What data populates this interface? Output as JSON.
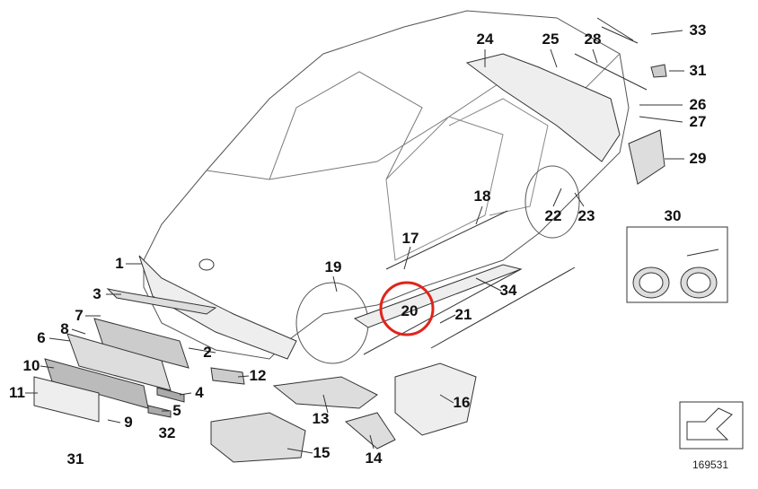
{
  "diagram": {
    "callouts": [
      "33",
      "24",
      "25",
      "28",
      "31",
      "26",
      "27",
      "29",
      "18",
      "22",
      "23",
      "30",
      "17",
      "1",
      "19",
      "34",
      "3",
      "20",
      "21",
      "7",
      "8",
      "6",
      "2",
      "10",
      "12",
      "11",
      "4",
      "16",
      "5",
      "13",
      "9",
      "32",
      "15",
      "31",
      "14"
    ],
    "highlighted_part": "20",
    "highlight_color": "#e0241b",
    "reference_number": "169531"
  }
}
